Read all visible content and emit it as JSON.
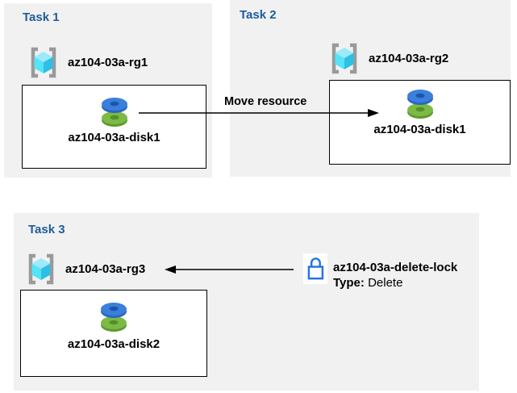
{
  "diagram": {
    "background_color": "#ffffff",
    "panel_background_color": "#f1f1f2",
    "task_title_color": "#1e5c9b",
    "box_border_color": "#000000",
    "arrow_color": "#000000"
  },
  "tasks": [
    {
      "title": "Task 1",
      "resource_group": "az104-03a-rg1",
      "disk": "az104-03a-disk1"
    },
    {
      "title": "Task 2",
      "resource_group": "az104-03a-rg2",
      "disk": "az104-03a-disk1"
    },
    {
      "title": "Task 3",
      "resource_group": "az104-03a-rg3",
      "disk": "az104-03a-disk2"
    }
  ],
  "move_arrow": {
    "label": "Move resource"
  },
  "lock": {
    "name": "az104-03a-delete-lock",
    "type_key": "Type:",
    "type_value": " Delete",
    "icon_color": "#2273e3"
  },
  "icons": {
    "resource_group": "azure-resource-group-icon",
    "disk": "azure-managed-disk-icon",
    "lock": "padlock-icon",
    "bracket_gray": "#9a9a9a",
    "cube_cyan_top": "#9ceafa",
    "cube_cyan_left": "#55e3f7",
    "cube_cyan_right": "#2ebfe4",
    "disk_blue": "#3a7fdc",
    "disk_green": "#7cba45"
  }
}
